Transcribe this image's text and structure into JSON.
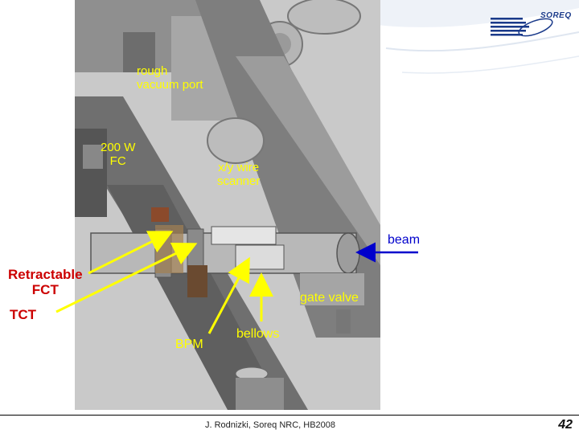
{
  "logo": {
    "text": "SOREQ",
    "color": "#1a3a8a"
  },
  "labels": {
    "rough_vacuum_port": "rough\nvacuum port",
    "fc": "200 W\nFC",
    "xy_wire_scanner": "x/y wire\nscanner",
    "beam": "beam",
    "retractable_fct": "Retractable\nFCT",
    "tct": "TCT",
    "gate_valve": "gate valve",
    "bpm": "BPM",
    "bellows": "bellows"
  },
  "footer": "J. Rodnizki, Soreq NRC, HB2008",
  "page_number": "42",
  "colors": {
    "label_yellow": "#ffff00",
    "label_red": "#cc0000",
    "label_blue": "#0000cc",
    "arrow_yellow": "#ffff00",
    "arrow_blue": "#0000cc"
  }
}
